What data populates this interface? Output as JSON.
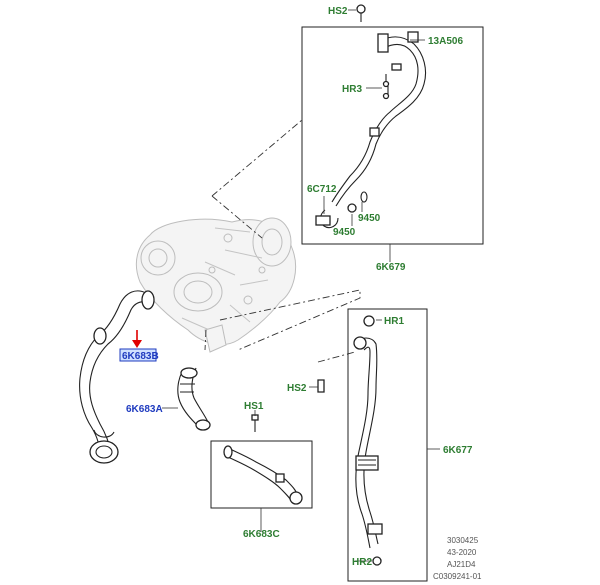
{
  "colors": {
    "callout_green": "#2e7d32",
    "callout_blue": "#1f3bbf",
    "highlight_fill": "#cfe0ff",
    "arrow_red": "#e00000",
    "footer_gray": "#555555"
  },
  "callouts": {
    "hs2_top": "HS2",
    "13a506": "13A506",
    "hr3": "HR3",
    "6c712": "6C712",
    "9450_a": "9450",
    "9450_b": "9450",
    "6k679": "6K679",
    "hr1": "HR1",
    "hs2_mid": "HS2",
    "6k677": "6K677",
    "hr2": "HR2",
    "6k683b": "6K683B",
    "6k683a": "6K683A",
    "hs1": "HS1",
    "6k683c": "6K683C"
  },
  "footer": {
    "line1": "3030425",
    "line2": "43-2020",
    "line3": "AJ21D4",
    "line4": "C0309241-01"
  }
}
